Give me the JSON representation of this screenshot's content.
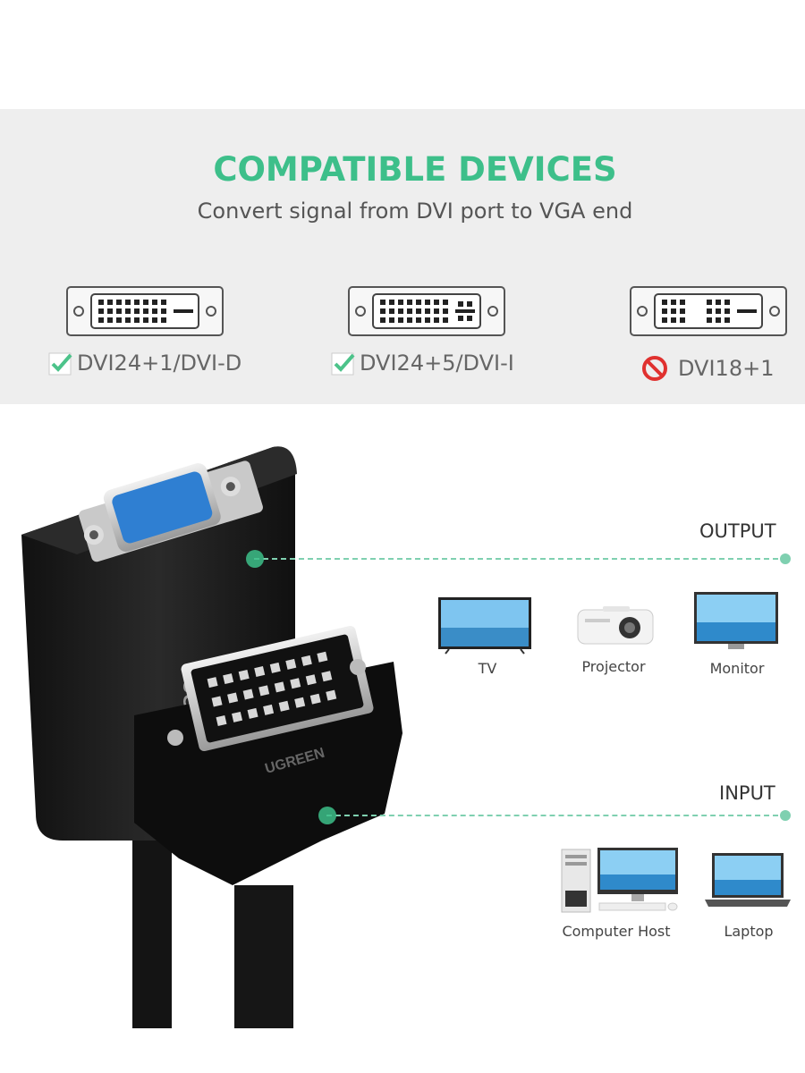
{
  "header": {
    "title": "COMPATIBLE DEVICES",
    "subtitle": "Convert signal from DVI port to VGA end"
  },
  "ports": [
    {
      "label": "DVI24+1/DVI-D",
      "status": "check-icon"
    },
    {
      "label": "DVI24+5/DVI-I",
      "status": "check-icon"
    },
    {
      "label": "DVI18+1",
      "status": "prohibited-icon"
    }
  ],
  "product": {
    "brand": "UGREEN"
  },
  "output": {
    "label": "OUTPUT",
    "devices": [
      {
        "label": "TV",
        "icon": "tv-icon"
      },
      {
        "label": "Projector",
        "icon": "projector-icon"
      },
      {
        "label": "Monitor",
        "icon": "monitor-icon"
      }
    ]
  },
  "input": {
    "label": "INPUT",
    "devices": [
      {
        "label": "Computer Host",
        "icon": "computer-host-icon"
      },
      {
        "label": "Laptop",
        "icon": "laptop-icon"
      }
    ]
  },
  "colors": {
    "accent": "#3dbf8a",
    "band": "#eeeeee",
    "check": "#4cc38a",
    "prohibited": "#e0312f",
    "vga_blue": "#2f7fd2"
  }
}
